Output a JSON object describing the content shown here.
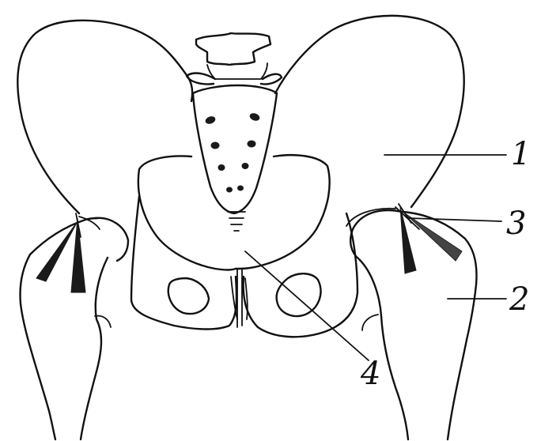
{
  "diagram": {
    "labels": [
      {
        "id": "label-1",
        "text": "1"
      },
      {
        "id": "label-3",
        "text": "3"
      },
      {
        "id": "label-2",
        "text": "2"
      },
      {
        "id": "label-4",
        "text": "4"
      }
    ]
  }
}
